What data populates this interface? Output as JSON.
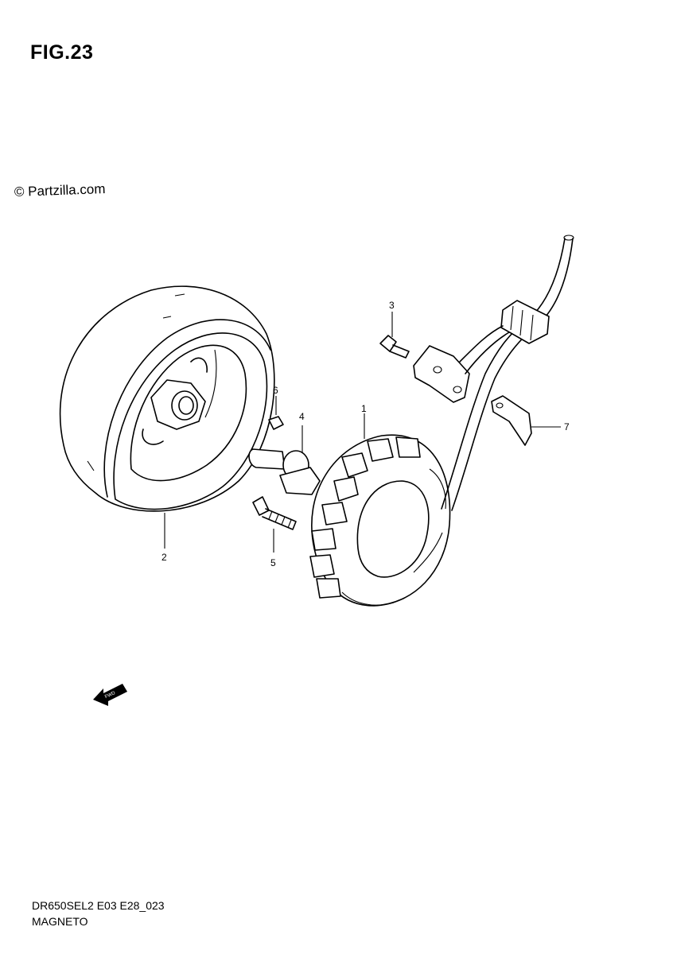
{
  "figure": {
    "title": "FIG.23",
    "watermark": "© Partzilla.com",
    "model_code": "DR650SEL2 E03 E28_023",
    "section_name": "MAGNETO",
    "front_arrow_text": "FWD"
  },
  "callouts": [
    {
      "number": "1",
      "part": "stator"
    },
    {
      "number": "2",
      "part": "rotor"
    },
    {
      "number": "3",
      "part": "screw"
    },
    {
      "number": "4",
      "part": "rotor-bolt"
    },
    {
      "number": "5",
      "part": "stator-screw"
    },
    {
      "number": "6",
      "part": "key"
    },
    {
      "number": "7",
      "part": "wire-clamp"
    }
  ]
}
